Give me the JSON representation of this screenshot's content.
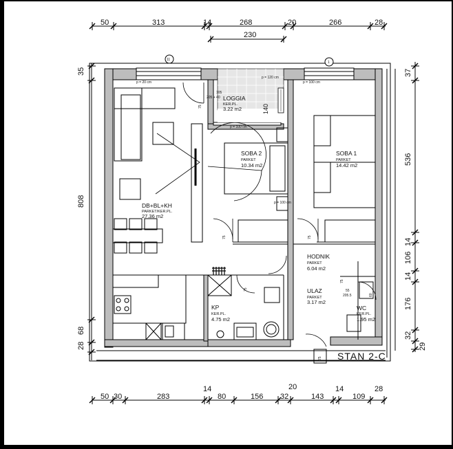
{
  "plan": {
    "apartment_label": "STAN 2-C",
    "rooms": [
      {
        "id": "dnevna",
        "name": "DB+BL+KH",
        "finish": "PARKET/KER.PL.",
        "area": "27.36 m2"
      },
      {
        "id": "loggia",
        "name": "LOGGIA",
        "finish": "KER.PL.",
        "area": "3.22 m2"
      },
      {
        "id": "soba2",
        "name": "SOBA 2",
        "finish": "PARKET",
        "area": "10.34 m2"
      },
      {
        "id": "soba1",
        "name": "SOBA 1",
        "finish": "PARKET",
        "area": "14.42 m2"
      },
      {
        "id": "hodnik",
        "name": "HODNIK",
        "finish": "PARKET",
        "area": "6.04 m2"
      },
      {
        "id": "ulaz",
        "name": "ULAZ",
        "finish": "PARKET",
        "area": "3.17 m2"
      },
      {
        "id": "kp",
        "name": "KP",
        "finish": "KER.PL.",
        "area": "4.75   m2"
      },
      {
        "id": "wc",
        "name": "WC",
        "finish": "KER.PL.",
        "area": "1.95 m2"
      }
    ],
    "top_dims": [
      "50",
      "313",
      "14",
      "268",
      "20",
      "266",
      "28"
    ],
    "top_sub_dim": "230",
    "bottom_dims": [
      "50",
      "30",
      "283",
      "14",
      "80",
      "156",
      "32",
      "143",
      "14",
      "109",
      "28"
    ],
    "bottom_extra": "20",
    "left_dims": [
      "35",
      "808",
      "68",
      "28"
    ],
    "right_dims": [
      "37",
      "536",
      "14",
      "106",
      "14",
      "176",
      "32",
      "29"
    ],
    "window_notes": {
      "p20": "p = 20 cm",
      "p120": "p = 120 cm",
      "p100a": "p = 100 cm",
      "p100b": "p = 100 cm",
      "p100c": "p = 100 cm",
      "loggia_h": "140",
      "loggia_w1": "105",
      "loggia_w2": "205 + 40"
    },
    "door_marks": [
      "75",
      "75",
      "75",
      "75",
      "75",
      "75",
      "60"
    ],
    "small_note_wc": "55",
    "small_note_wc2": "205.5",
    "axis_marks": [
      "11",
      "1"
    ]
  }
}
